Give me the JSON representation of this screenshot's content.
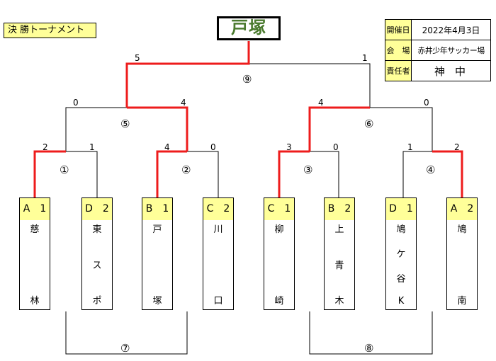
{
  "title": "決 勝トーナメント",
  "winner": "戸塚",
  "info": [
    {
      "label": "開催日",
      "value": "2022年4月3日"
    },
    {
      "label": "会　場",
      "value": "赤井少年サッカー場"
    },
    {
      "label": "責任者",
      "value": "神中"
    }
  ],
  "teams": [
    {
      "seed": "A　1",
      "chars": [
        "慈",
        "林"
      ]
    },
    {
      "seed": "D　2",
      "chars": [
        "東",
        "ス",
        "ポ"
      ]
    },
    {
      "seed": "B　1",
      "chars": [
        "戸",
        "塚"
      ]
    },
    {
      "seed": "C　2",
      "chars": [
        "川",
        "口"
      ]
    },
    {
      "seed": "C　1",
      "chars": [
        "柳",
        "崎"
      ]
    },
    {
      "seed": "B　2",
      "chars": [
        "上",
        "青",
        "木"
      ]
    },
    {
      "seed": "D　1",
      "chars": [
        "鳩",
        "ケ",
        "谷",
        "K"
      ]
    },
    {
      "seed": "A　2",
      "chars": [
        "鳩",
        "南"
      ]
    }
  ],
  "scores": {
    "m1": [
      "2",
      "1"
    ],
    "m2": [
      "4",
      "0"
    ],
    "m3": [
      "3",
      "0"
    ],
    "m4": [
      "1",
      "2"
    ],
    "m5": [
      "0",
      "4"
    ],
    "m6": [
      "4",
      "0"
    ],
    "m9": [
      "5",
      "1"
    ]
  },
  "matches": {
    "m1": "①",
    "m2": "②",
    "m3": "③",
    "m4": "④",
    "m5": "⑤",
    "m6": "⑥",
    "m7": "⑦",
    "m8": "⑧",
    "m9": "⑨"
  },
  "colors": {
    "winner_path": "#ee1c1c",
    "seed_fill": "#ffff99",
    "winner_text": "#4a7a2e"
  }
}
